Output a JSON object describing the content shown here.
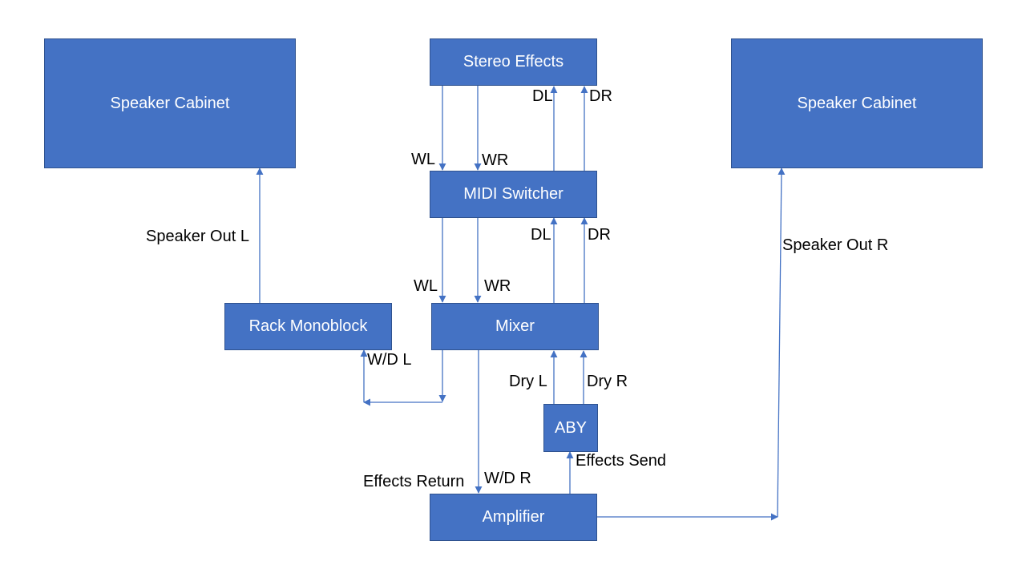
{
  "colors": {
    "box_fill": "#4472c4",
    "box_border": "#2f528f",
    "connector": "#4472c4"
  },
  "nodes": {
    "speaker_cabinet_left": "Speaker Cabinet",
    "stereo_effects": "Stereo Effects",
    "speaker_cabinet_right": "Speaker Cabinet",
    "midi_switcher": "MIDI Switcher",
    "rack_monoblock": "Rack Monoblock",
    "mixer": "Mixer",
    "aby": "ABY",
    "amplifier": "Amplifier"
  },
  "labels": {
    "wl_top": "WL",
    "wr_top": "WR",
    "dl_top": "DL",
    "dr_top": "DR",
    "wl_mid": "WL",
    "wr_mid": "WR",
    "dl_mid": "DL",
    "dr_mid": "DR",
    "speaker_out_l": "Speaker Out L",
    "speaker_out_r": "Speaker Out R",
    "wd_l": "W/D L",
    "dry_l": "Dry L",
    "dry_r": "Dry R",
    "effects_send": "Effects Send",
    "effects_return": "Effects Return",
    "wd_r": "W/D R"
  }
}
